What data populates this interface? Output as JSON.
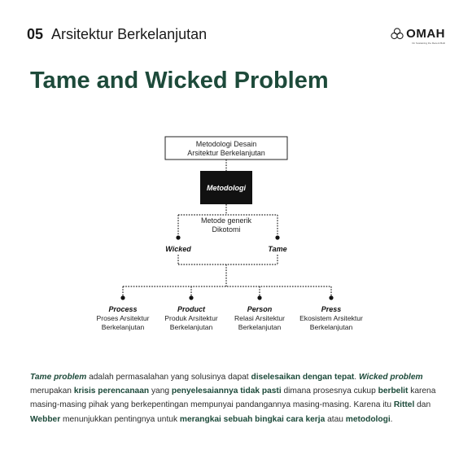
{
  "header": {
    "number": "05",
    "title": "Arsitektur Berkelanjutan"
  },
  "logo": {
    "brand": "OMAH",
    "tagline": "On Sustaining the Recent Built",
    "icon": "trefoil-logo-icon"
  },
  "page_title": "Tame and Wicked Problem",
  "colors": {
    "accent": "#1d4a3a",
    "box_dark": "#111111",
    "text": "#1a1a1a"
  },
  "diagram": {
    "top_box": [
      "Metodologi Desain",
      "Arsitektur Berkelanjutan"
    ],
    "center_box": "Metodologi",
    "split_label": [
      "Metode generik",
      "Dikotomi"
    ],
    "left_branch": "Wicked",
    "right_branch": "Tame",
    "items": [
      {
        "title": "Process",
        "lines": [
          "Proses Arsitektur",
          "Berkelanjutan"
        ]
      },
      {
        "title": "Product",
        "lines": [
          "Produk Arsitektur",
          "Berkelanjutan"
        ]
      },
      {
        "title": "Person",
        "lines": [
          "Relasi Arsitektur",
          "Berkelanjutan"
        ]
      },
      {
        "title": "Press",
        "lines": [
          "Ekosistem Arsitektur",
          "Berkelanjutan"
        ]
      }
    ]
  },
  "paragraph": {
    "s1": "Tame problem",
    "s2": " adalah permasalahan yang solusinya dapat ",
    "s3": "diselesaikan dengan tepat",
    "s4": ". ",
    "s5": "Wicked problem",
    "s6": " merupakan ",
    "s7": "krisis perencanaan",
    "s8": " yang ",
    "s9": "penyelesaiannya tidak pasti",
    "s10": " dimana prosesnya cukup ",
    "s11": "berbelit",
    "s12": " karena masing-masing pihak yang berkepentingan mempunyai pandangannya masing-masing. Karena itu ",
    "s13": "Rittel",
    "s14": " dan ",
    "s15": "Webber",
    "s16": " menunjukkan pentingnya untuk ",
    "s17": "merangkai sebuah bingkai cara kerja",
    "s18": " atau ",
    "s19": "metodologi",
    "s20": "."
  }
}
